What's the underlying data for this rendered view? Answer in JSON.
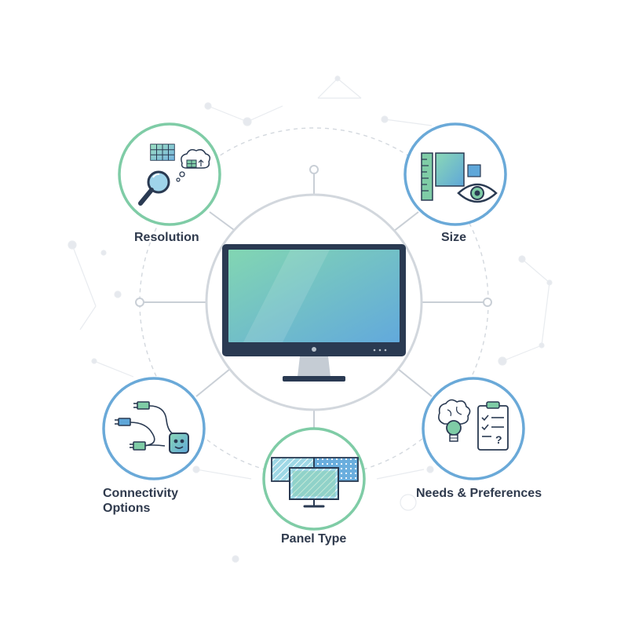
{
  "diagram": {
    "center": {
      "icon": "desktop-monitor-icon"
    },
    "nodes": [
      {
        "id": "resolution",
        "label": "Resolution",
        "icon": "magnifier-pixel-grid-icon",
        "ring_color": "#7fcca6"
      },
      {
        "id": "size",
        "label": "Size",
        "icon": "ruler-square-eye-icon",
        "ring_color": "#6aa9d8"
      },
      {
        "id": "connectivity",
        "label_lines": [
          "Connectivity",
          "Options"
        ],
        "icon": "cables-plug-icon",
        "ring_color": "#6aa9d8"
      },
      {
        "id": "panel",
        "label": "Panel Type",
        "icon": "stacked-panels-icon",
        "ring_color": "#7fcca6"
      },
      {
        "id": "needs",
        "label": "Needs & Preferences",
        "icon": "brain-checklist-icon",
        "ring_color": "#6aa9d8"
      }
    ],
    "colors": {
      "screen_gradient_start": "#7fd3b0",
      "screen_gradient_end": "#63acdd",
      "bezel": "#2a3a52",
      "connector": "#c9cfd6",
      "label_text": "#2f3a4d"
    }
  }
}
